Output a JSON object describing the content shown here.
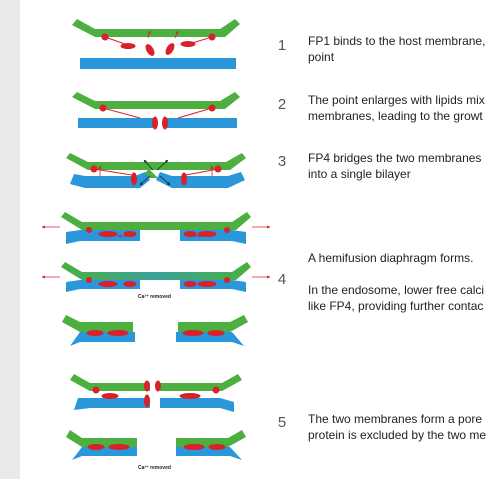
{
  "colors": {
    "host_membrane": "#4caf3f",
    "viral_membrane": "#2997d9",
    "fusion_protein": "#d9212a",
    "background_strip": "#e9e9e9"
  },
  "steps": [
    {
      "number": "1",
      "lines": [
        "FP1 binds to the host membrane,",
        "point"
      ]
    },
    {
      "number": "2",
      "lines": [
        "The point enlarges with lipids mix",
        "membranes, leading to the growt"
      ]
    },
    {
      "number": "3",
      "lines": [
        "FP4 bridges the two membranes",
        "into a single bilayer"
      ]
    },
    {
      "number": "4",
      "lines": [
        "A hemifusion diaphragm forms.",
        "",
        "In the endosome, lower free calci",
        "like FP4, providing further contac"
      ]
    },
    {
      "number": "5",
      "lines": [
        "The two membranes form a pore",
        "protein is excluded by the two me"
      ]
    }
  ],
  "labels": {
    "ca_removed_1": "Ca²⁺ removed",
    "ca_removed_2": "Ca²⁺ removed"
  }
}
